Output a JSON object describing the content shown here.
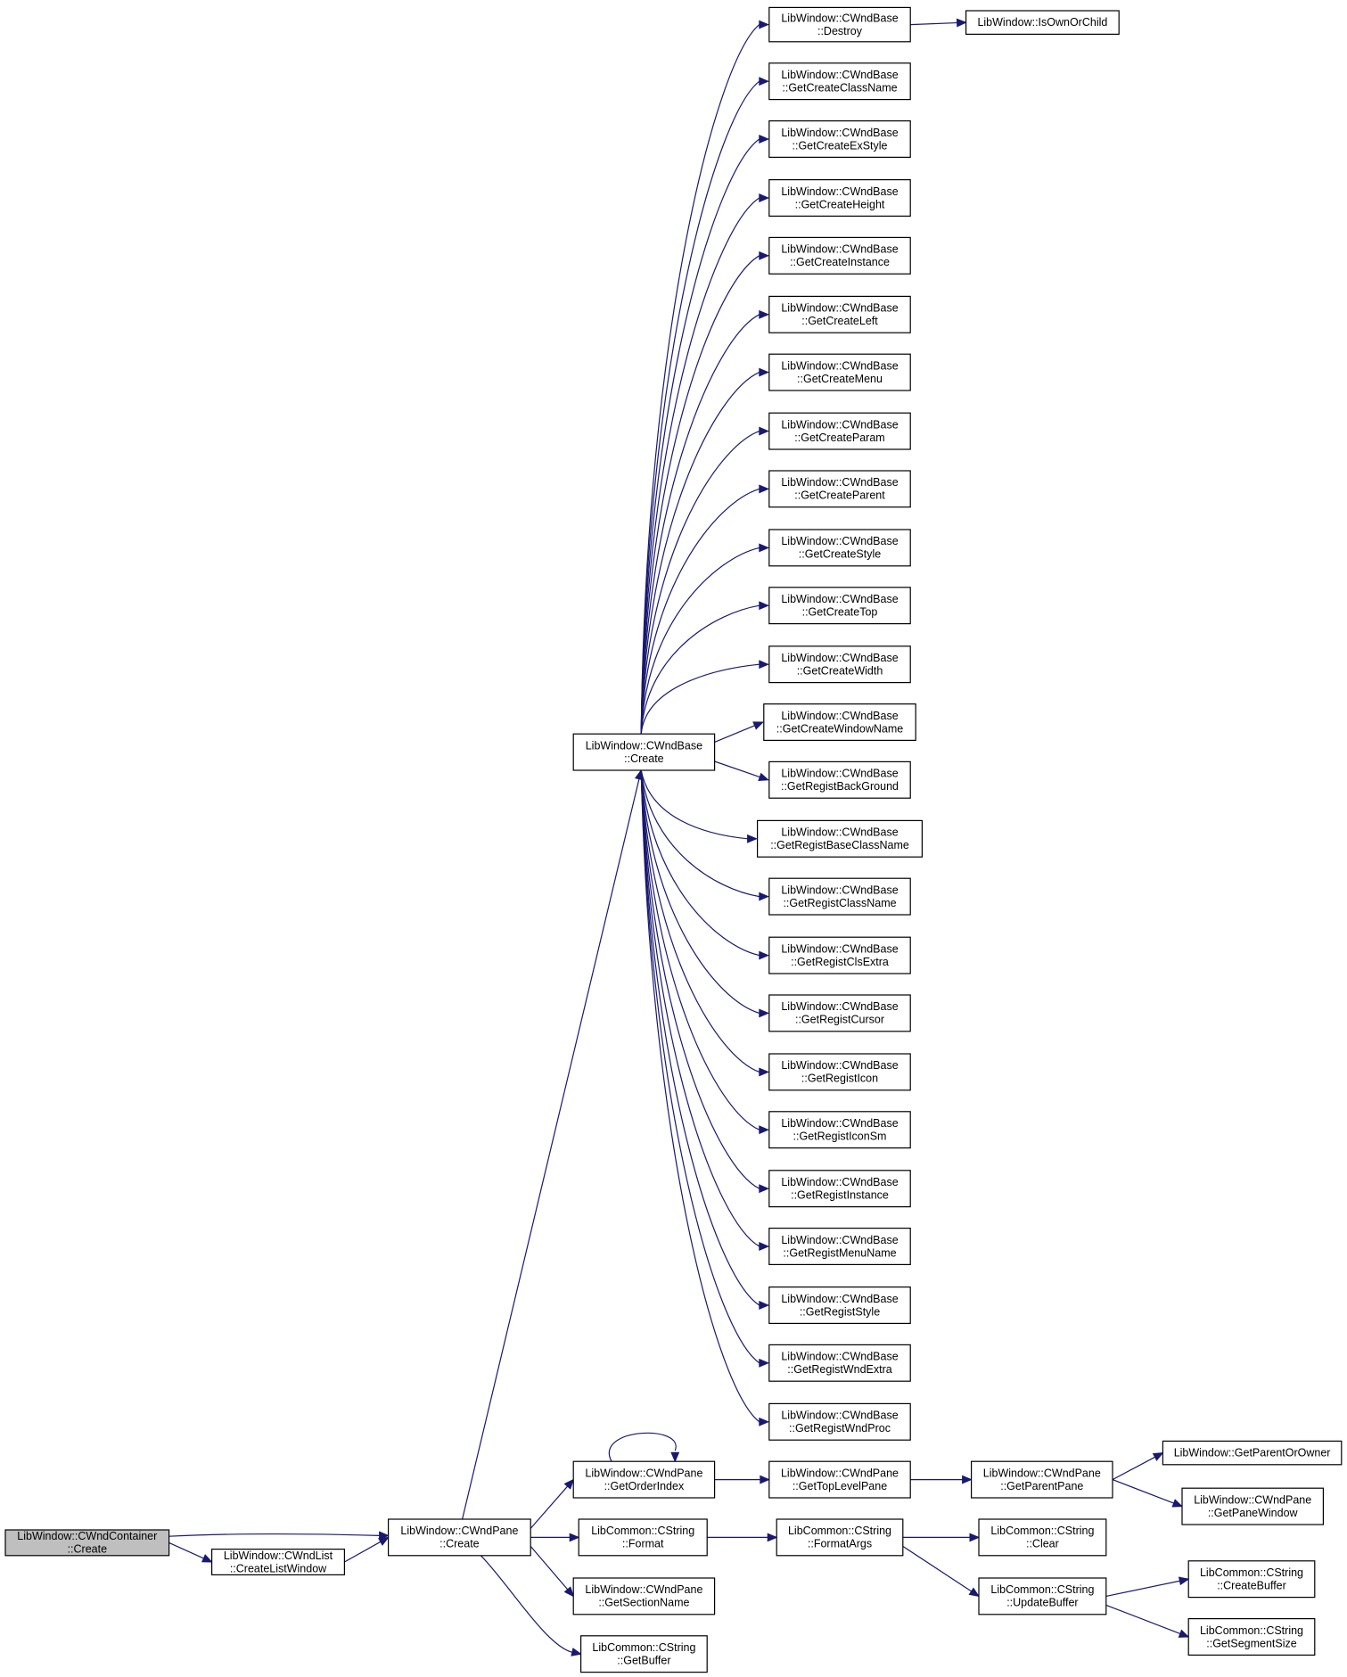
{
  "colors": {
    "edge": "#191970",
    "node_border": "#000000",
    "root_fill": "#bfbfbf",
    "node_fill": "#ffffff"
  },
  "nodes": [
    {
      "id": "container_create",
      "lines": [
        "LibWindow::CWndContainer",
        "::Create"
      ],
      "root": true
    },
    {
      "id": "list_createlistwindow",
      "lines": [
        "LibWindow::CWndList",
        "::CreateListWindow"
      ]
    },
    {
      "id": "pane_create",
      "lines": [
        "LibWindow::CWndPane",
        "::Create"
      ]
    },
    {
      "id": "base_create",
      "lines": [
        "LibWindow::CWndBase",
        "::Create"
      ]
    },
    {
      "id": "base_destroy",
      "lines": [
        "LibWindow::CWndBase",
        "::Destroy"
      ]
    },
    {
      "id": "isownorchild",
      "lines": [
        "LibWindow::IsOwnOrChild"
      ]
    },
    {
      "id": "g_classname",
      "lines": [
        "LibWindow::CWndBase",
        "::GetCreateClassName"
      ]
    },
    {
      "id": "g_exstyle",
      "lines": [
        "LibWindow::CWndBase",
        "::GetCreateExStyle"
      ]
    },
    {
      "id": "g_height",
      "lines": [
        "LibWindow::CWndBase",
        "::GetCreateHeight"
      ]
    },
    {
      "id": "g_instance",
      "lines": [
        "LibWindow::CWndBase",
        "::GetCreateInstance"
      ]
    },
    {
      "id": "g_left",
      "lines": [
        "LibWindow::CWndBase",
        "::GetCreateLeft"
      ]
    },
    {
      "id": "g_menu",
      "lines": [
        "LibWindow::CWndBase",
        "::GetCreateMenu"
      ]
    },
    {
      "id": "g_param",
      "lines": [
        "LibWindow::CWndBase",
        "::GetCreateParam"
      ]
    },
    {
      "id": "g_parent",
      "lines": [
        "LibWindow::CWndBase",
        "::GetCreateParent"
      ]
    },
    {
      "id": "g_style",
      "lines": [
        "LibWindow::CWndBase",
        "::GetCreateStyle"
      ]
    },
    {
      "id": "g_top",
      "lines": [
        "LibWindow::CWndBase",
        "::GetCreateTop"
      ]
    },
    {
      "id": "g_width",
      "lines": [
        "LibWindow::CWndBase",
        "::GetCreateWidth"
      ]
    },
    {
      "id": "g_windowname",
      "lines": [
        "LibWindow::CWndBase",
        "::GetCreateWindowName"
      ]
    },
    {
      "id": "r_background",
      "lines": [
        "LibWindow::CWndBase",
        "::GetRegistBackGround"
      ]
    },
    {
      "id": "r_baseclassname",
      "lines": [
        "LibWindow::CWndBase",
        "::GetRegistBaseClassName"
      ]
    },
    {
      "id": "r_classname",
      "lines": [
        "LibWindow::CWndBase",
        "::GetRegistClassName"
      ]
    },
    {
      "id": "r_clsextra",
      "lines": [
        "LibWindow::CWndBase",
        "::GetRegistClsExtra"
      ]
    },
    {
      "id": "r_cursor",
      "lines": [
        "LibWindow::CWndBase",
        "::GetRegistCursor"
      ]
    },
    {
      "id": "r_icon",
      "lines": [
        "LibWindow::CWndBase",
        "::GetRegistIcon"
      ]
    },
    {
      "id": "r_iconsm",
      "lines": [
        "LibWindow::CWndBase",
        "::GetRegistIconSm"
      ]
    },
    {
      "id": "r_instance",
      "lines": [
        "LibWindow::CWndBase",
        "::GetRegistInstance"
      ]
    },
    {
      "id": "r_menuname",
      "lines": [
        "LibWindow::CWndBase",
        "::GetRegistMenuName"
      ]
    },
    {
      "id": "r_style",
      "lines": [
        "LibWindow::CWndBase",
        "::GetRegistStyle"
      ]
    },
    {
      "id": "r_wndextra",
      "lines": [
        "LibWindow::CWndBase",
        "::GetRegistWndExtra"
      ]
    },
    {
      "id": "r_wndproc",
      "lines": [
        "LibWindow::CWndBase",
        "::GetRegistWndProc"
      ]
    },
    {
      "id": "pane_getorderindex",
      "lines": [
        "LibWindow::CWndPane",
        "::GetOrderIndex"
      ]
    },
    {
      "id": "pane_gettoplevelpane",
      "lines": [
        "LibWindow::CWndPane",
        "::GetTopLevelPane"
      ]
    },
    {
      "id": "pane_getparentpane",
      "lines": [
        "LibWindow::CWndPane",
        "::GetParentPane"
      ]
    },
    {
      "id": "getparentorowner",
      "lines": [
        "LibWindow::GetParentOrOwner"
      ]
    },
    {
      "id": "pane_getpanewindow",
      "lines": [
        "LibWindow::CWndPane",
        "::GetPaneWindow"
      ]
    },
    {
      "id": "cstring_format",
      "lines": [
        "LibCommon::CString",
        "::Format"
      ]
    },
    {
      "id": "cstring_formatargs",
      "lines": [
        "LibCommon::CString",
        "::FormatArgs"
      ]
    },
    {
      "id": "cstring_clear",
      "lines": [
        "LibCommon::CString",
        "::Clear"
      ]
    },
    {
      "id": "cstring_updatebuffer",
      "lines": [
        "LibCommon::CString",
        "::UpdateBuffer"
      ]
    },
    {
      "id": "cstring_createbuffer",
      "lines": [
        "LibCommon::CString",
        "::CreateBuffer"
      ]
    },
    {
      "id": "cstring_getsegmentsize",
      "lines": [
        "LibCommon::CString",
        "::GetSegmentSize"
      ]
    },
    {
      "id": "pane_getsectionname",
      "lines": [
        "LibWindow::CWndPane",
        "::GetSectionName"
      ]
    },
    {
      "id": "cstring_getbuffer",
      "lines": [
        "LibCommon::CString",
        "::GetBuffer"
      ]
    }
  ],
  "edges": [
    {
      "from": "container_create",
      "to": "pane_create"
    },
    {
      "from": "container_create",
      "to": "list_createlistwindow"
    },
    {
      "from": "list_createlistwindow",
      "to": "pane_create"
    },
    {
      "from": "pane_create",
      "to": "base_create"
    },
    {
      "from": "pane_create",
      "to": "pane_getorderindex"
    },
    {
      "from": "pane_create",
      "to": "cstring_format"
    },
    {
      "from": "pane_create",
      "to": "pane_getsectionname"
    },
    {
      "from": "pane_create",
      "to": "cstring_getbuffer"
    },
    {
      "from": "base_create",
      "to": "base_destroy"
    },
    {
      "from": "base_create",
      "to": "g_classname"
    },
    {
      "from": "base_create",
      "to": "g_exstyle"
    },
    {
      "from": "base_create",
      "to": "g_height"
    },
    {
      "from": "base_create",
      "to": "g_instance"
    },
    {
      "from": "base_create",
      "to": "g_left"
    },
    {
      "from": "base_create",
      "to": "g_menu"
    },
    {
      "from": "base_create",
      "to": "g_param"
    },
    {
      "from": "base_create",
      "to": "g_parent"
    },
    {
      "from": "base_create",
      "to": "g_style"
    },
    {
      "from": "base_create",
      "to": "g_top"
    },
    {
      "from": "base_create",
      "to": "g_width"
    },
    {
      "from": "base_create",
      "to": "g_windowname"
    },
    {
      "from": "base_create",
      "to": "r_background"
    },
    {
      "from": "base_create",
      "to": "r_baseclassname"
    },
    {
      "from": "base_create",
      "to": "r_classname"
    },
    {
      "from": "base_create",
      "to": "r_clsextra"
    },
    {
      "from": "base_create",
      "to": "r_cursor"
    },
    {
      "from": "base_create",
      "to": "r_icon"
    },
    {
      "from": "base_create",
      "to": "r_iconsm"
    },
    {
      "from": "base_create",
      "to": "r_instance"
    },
    {
      "from": "base_create",
      "to": "r_menuname"
    },
    {
      "from": "base_create",
      "to": "r_style"
    },
    {
      "from": "base_create",
      "to": "r_wndextra"
    },
    {
      "from": "base_create",
      "to": "r_wndproc"
    },
    {
      "from": "base_destroy",
      "to": "isownorchild"
    },
    {
      "from": "pane_getorderindex",
      "to": "pane_getorderindex"
    },
    {
      "from": "pane_getorderindex",
      "to": "pane_gettoplevelpane"
    },
    {
      "from": "pane_gettoplevelpane",
      "to": "pane_getparentpane"
    },
    {
      "from": "pane_getparentpane",
      "to": "getparentorowner"
    },
    {
      "from": "pane_getparentpane",
      "to": "pane_getpanewindow"
    },
    {
      "from": "cstring_format",
      "to": "cstring_formatargs"
    },
    {
      "from": "cstring_formatargs",
      "to": "cstring_clear"
    },
    {
      "from": "cstring_formatargs",
      "to": "cstring_updatebuffer"
    },
    {
      "from": "cstring_updatebuffer",
      "to": "cstring_createbuffer"
    },
    {
      "from": "cstring_updatebuffer",
      "to": "cstring_getsegmentsize"
    }
  ]
}
